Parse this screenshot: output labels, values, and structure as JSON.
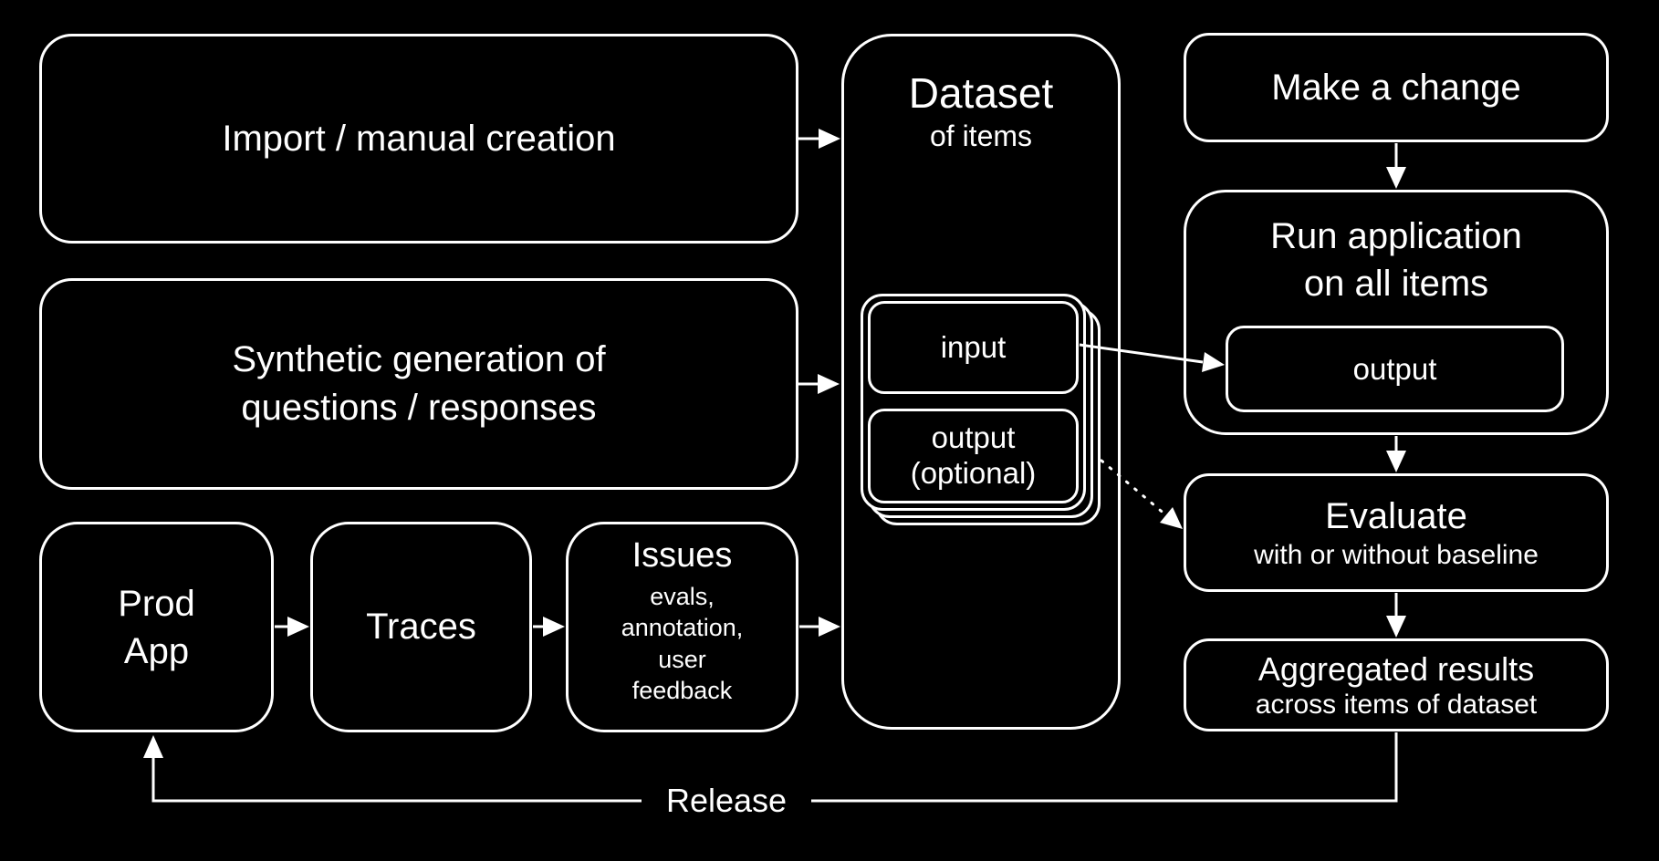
{
  "colors": {
    "background": "#000000",
    "line": "#ffffff",
    "text": "#ffffff"
  },
  "nodes": {
    "import": {
      "label": "Import / manual creation"
    },
    "synthetic": {
      "lines": [
        "Synthetic generation of",
        "questions / responses"
      ]
    },
    "prod_app": {
      "lines": [
        "Prod",
        "App"
      ]
    },
    "traces": {
      "label": "Traces"
    },
    "issues": {
      "title": "Issues",
      "subtitle_lines": [
        "evals,",
        "annotation,",
        "user",
        "feedback"
      ]
    },
    "dataset": {
      "title": "Dataset",
      "subtitle": "of items"
    },
    "item_card": {
      "input_label": "input",
      "output_lines": [
        "output",
        "(optional)"
      ]
    },
    "make_change": {
      "label": "Make a change"
    },
    "run_app": {
      "lines": [
        "Run application",
        "on all items"
      ],
      "output_label": "output"
    },
    "evaluate": {
      "title": "Evaluate",
      "subtitle": "with or without baseline"
    },
    "aggregated": {
      "title": "Aggregated results",
      "subtitle": "across items of dataset"
    },
    "release": {
      "label": "Release"
    }
  }
}
